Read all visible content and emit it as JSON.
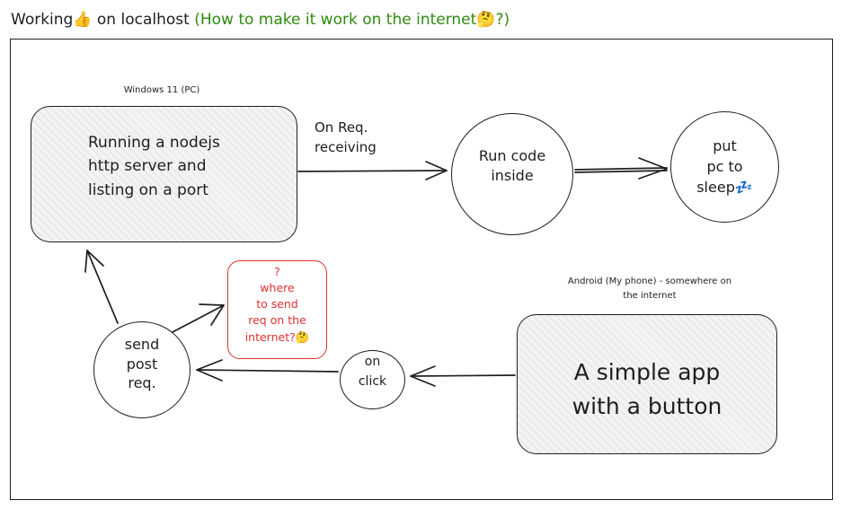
{
  "header": {
    "main": "Working👍 on localhost",
    "question": "(How to make it work on the internet🤔?)"
  },
  "pc": {
    "caption": "Windows 11 (PC)",
    "text": "Running a nodejs\nhttp server and\nlisting on a port"
  },
  "edge_request": {
    "label": "On Req.\nreceiving"
  },
  "run_code": {
    "text": "Run code\ninside"
  },
  "sleep": {
    "text": "put\npc to\nsleep💤"
  },
  "phone": {
    "caption": "Android (My phone) - somewhere on\nthe internet",
    "text": "A simple app\nwith a button"
  },
  "on_click": {
    "text": "on\nclick"
  },
  "send_post": {
    "text": "send\npost\nreq."
  },
  "question_box": {
    "text": "?\nwhere\nto send\nreq on the\ninternet?🤔"
  },
  "colors": {
    "stroke": "#1e1e1e",
    "question_red": "#e03131",
    "header_green": "#2f8a0f",
    "fill_hatch": "#f3f3f3"
  }
}
